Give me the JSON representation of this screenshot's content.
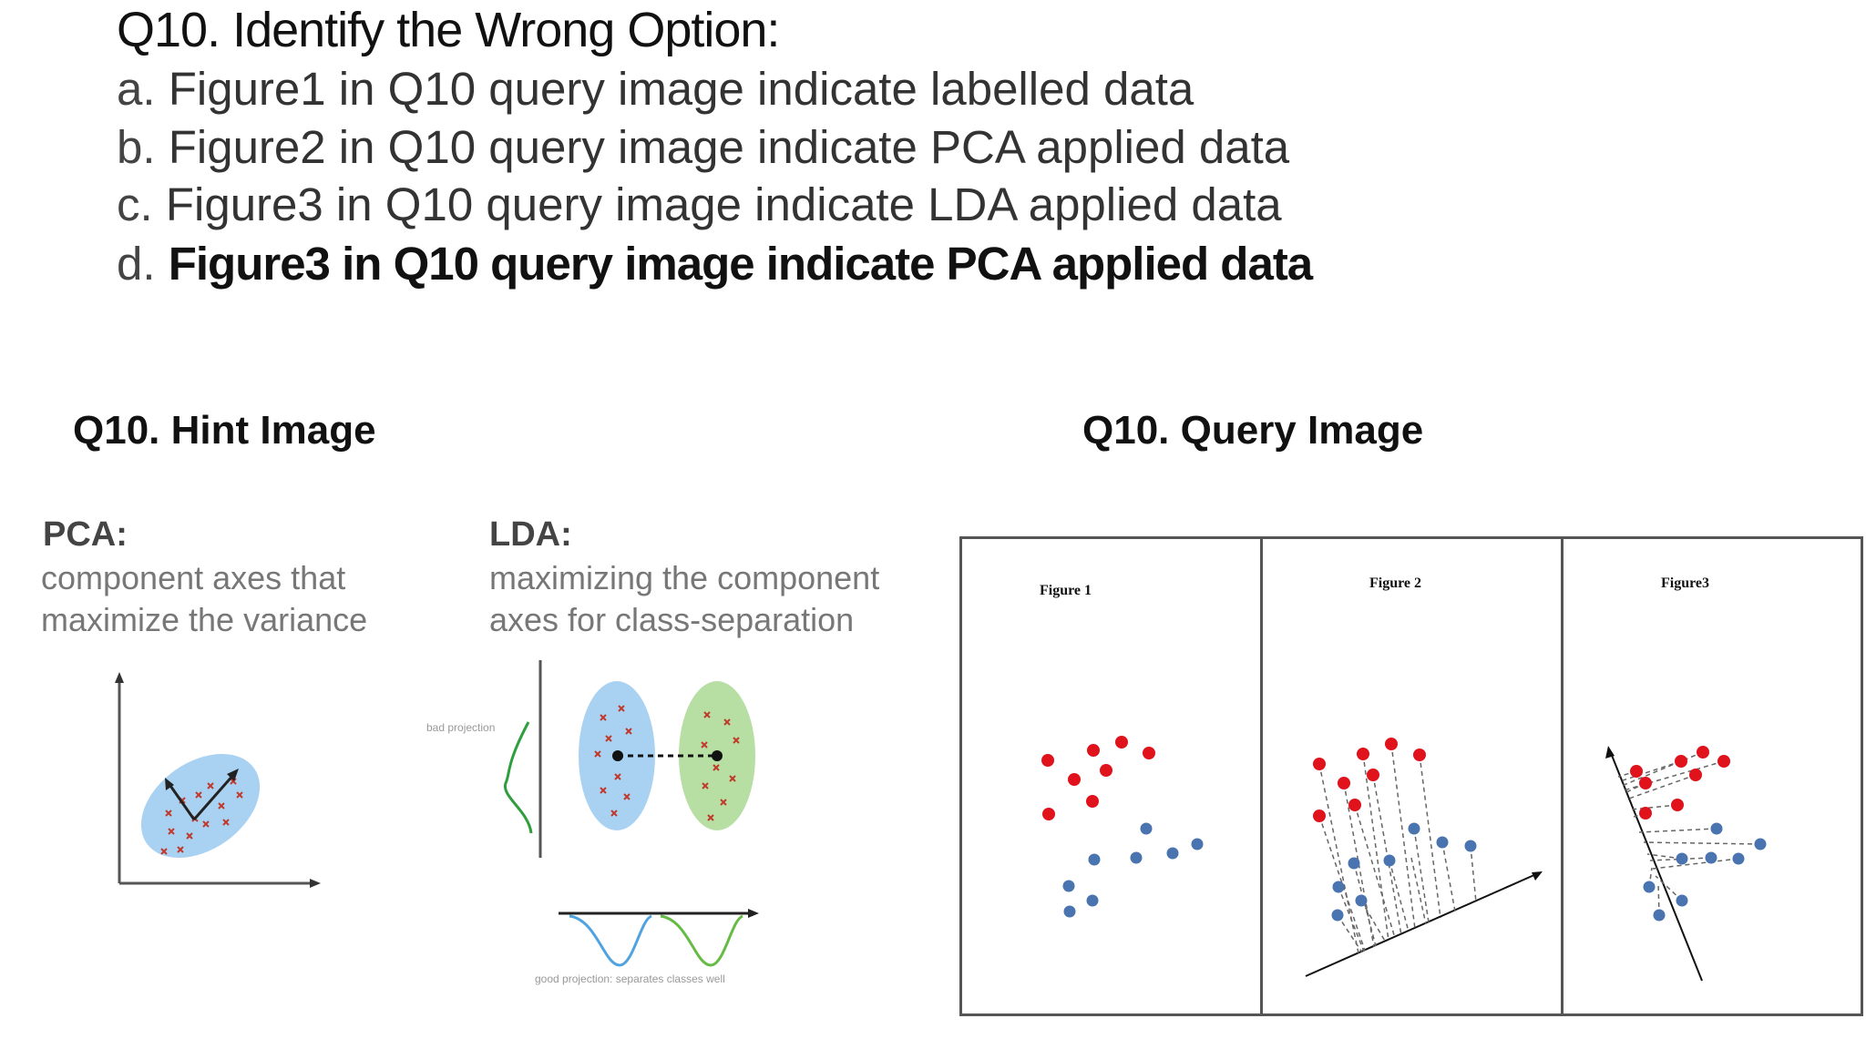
{
  "question": {
    "title": "Q10. Identify the Wrong Option:",
    "options": [
      {
        "letter": "a.",
        "text": "Figure1  in Q10 query image  indicate labelled  data"
      },
      {
        "letter": "b.",
        "text": "Figure2  in Q10 query image  indicate PCA applied  data"
      },
      {
        "letter": "c.",
        "text": "Figure3  in Q10 query image  indicate LDA applied  data"
      },
      {
        "letter": "d.",
        "text": "Figure3 in Q10 query image indicate PCA applied data"
      }
    ]
  },
  "hint": {
    "heading": "Q10. Hint Image",
    "pca": {
      "label": "PCA:",
      "line1": "component axes that",
      "line2": "maximize the variance"
    },
    "lda": {
      "label": "LDA:",
      "line1": "maximizing the component",
      "line2": "axes for class-separation"
    },
    "bad_projection": "bad projection",
    "good_projection": "good projection: separates classes well"
  },
  "query": {
    "heading": "Q10. Query Image",
    "figures": [
      "Figure 1",
      "Figure 2",
      "Figure3"
    ]
  },
  "colors": {
    "red_points": "#e0121c",
    "blue_points": "#4a74b0",
    "pca_blob": "#a9d2f2",
    "lda_green": "#b7dea3"
  }
}
